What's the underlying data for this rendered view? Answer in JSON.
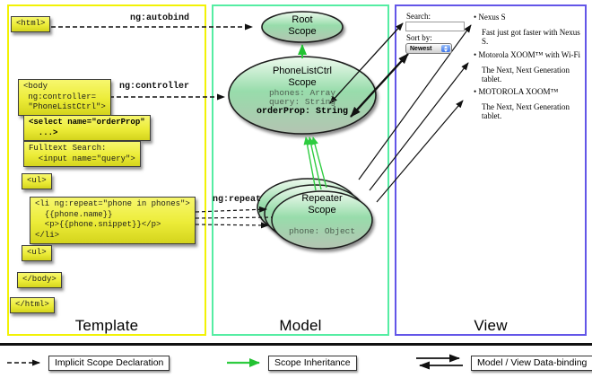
{
  "header": {
    "template": "Template",
    "model": "Model",
    "view": "View"
  },
  "template": {
    "html_open": "<html>",
    "autobind_label": "ng:autobind",
    "body_open": "<body\n ng:controller=\n \"PhoneListCtrl\">",
    "controller_label": "ng:controller",
    "select_code": "<select name=\"orderProp\"\n  ...>",
    "fulltext_code": "Fulltext Search:\n  <input name=\"query\">",
    "ul_open": "<ul>",
    "li_code": "<li ng:repeat=\"phone in phones\">\n  {{phone.name}}\n  <p>{{phone.snippet}}</p>\n</li>",
    "ul_close": "<ul>",
    "body_close": "</body>",
    "html_close": "</html>",
    "repeat_label": "ng:repeat"
  },
  "model": {
    "root_scope": {
      "title": "Root\nScope"
    },
    "phonelist_scope": {
      "title": "PhoneListCtrl\nScope",
      "prop1": "phones: Array",
      "prop2": "query: String",
      "prop3": "orderProp: String"
    },
    "repeater_scope": {
      "title": "Repeater\nScope",
      "prop": "phone: Object"
    }
  },
  "view": {
    "search_label": "Search:",
    "sort_label": "Sort by:",
    "sort_value": "Newest",
    "items": [
      {
        "title": "Nexus S",
        "desc": "Fast just got faster with Nexus S."
      },
      {
        "title": "Motorola XOOM™ with Wi-Fi",
        "desc": "The Next, Next Generation tablet."
      },
      {
        "title": "MOTOROLA XOOM™",
        "desc": "The Next, Next Generation tablet."
      }
    ]
  },
  "legend": {
    "implicit": "Implicit Scope Declaration",
    "inheritance": "Scope Inheritance",
    "binding": "Model / View Data-binding"
  },
  "colors": {
    "template_border": "#f2f205",
    "model_border": "#55eda3",
    "view_border": "#6356e8",
    "inheritance_green": "#2ecc40",
    "code_box_yellow": "#ecec38",
    "scope_fill_light": "#eefaee",
    "scope_fill_mid": "#98dcab"
  }
}
